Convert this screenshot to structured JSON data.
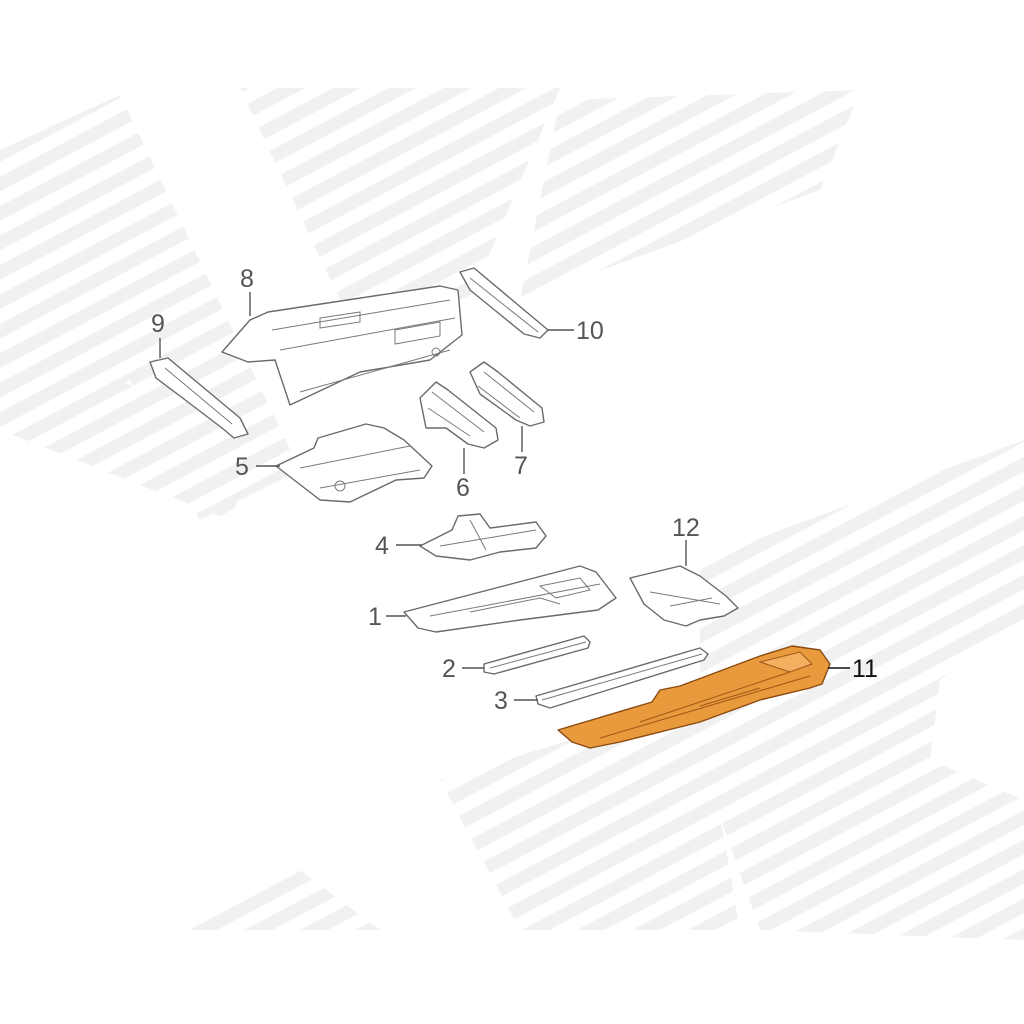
{
  "diagram": {
    "highlight_color": "#e89a3c",
    "parts": [
      {
        "number": "1"
      },
      {
        "number": "2"
      },
      {
        "number": "3"
      },
      {
        "number": "4"
      },
      {
        "number": "5"
      },
      {
        "number": "6"
      },
      {
        "number": "7"
      },
      {
        "number": "8"
      },
      {
        "number": "9"
      },
      {
        "number": "10"
      },
      {
        "number": "11",
        "highlighted": true
      },
      {
        "number": "12"
      }
    ]
  }
}
